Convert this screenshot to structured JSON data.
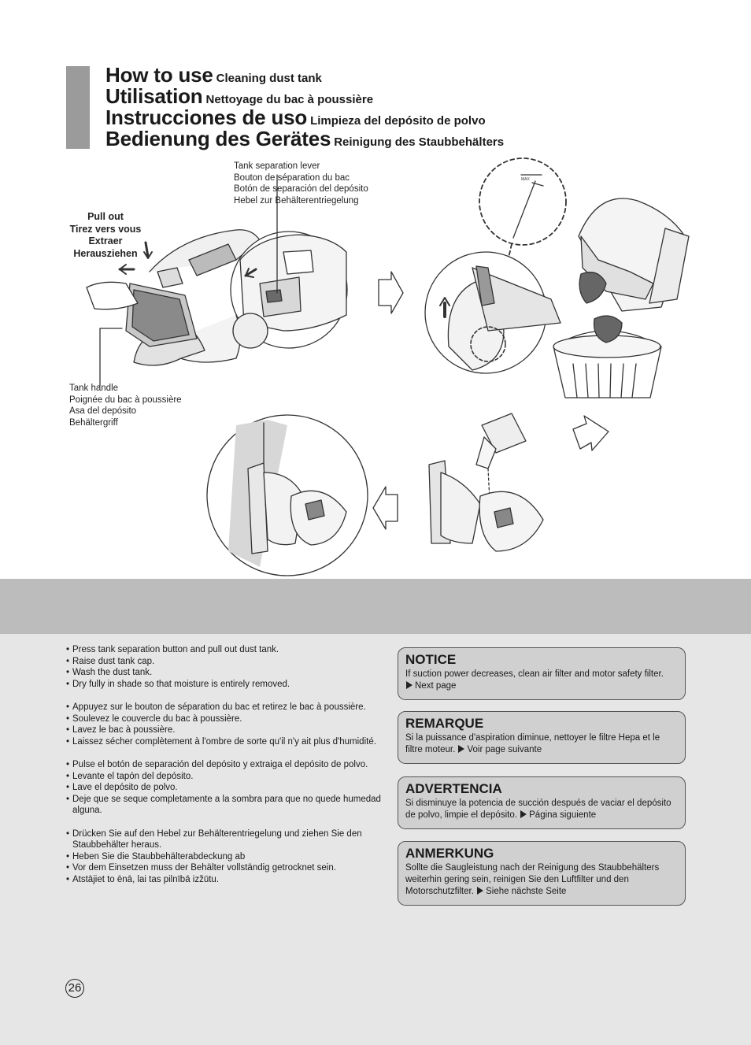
{
  "headings": [
    {
      "big": "How to use",
      "small": "Cleaning dust tank"
    },
    {
      "big": "Utilisation",
      "small": "Nettoyage du bac à poussière"
    },
    {
      "big": "Instrucciones de uso",
      "small": "Limpieza del depósito de polvo"
    },
    {
      "big": "Bedienung des Gerätes",
      "small": "Reinigung des Staubbehälters"
    }
  ],
  "labels": {
    "lever": [
      "Tank separation lever",
      "Bouton de séparation du bac",
      "Botón de separación del depósito",
      "Hebel zur Behälterentriegelung"
    ],
    "pull": [
      "Pull out",
      "Tirez vers vous",
      "Extraer",
      "Herausziehen"
    ],
    "handle": [
      "Tank handle",
      "Poignée du bac à poussière",
      "Asa del depósito",
      "Behältergriff"
    ],
    "max": "MAX"
  },
  "steps": [
    [
      "Press tank separation button and pull out dust tank.",
      "Raise dust tank cap.",
      "Wash the dust tank.",
      "Dry fully in shade so that moisture is entirely removed."
    ],
    [
      "Appuyez sur le bouton de séparation du bac et retirez le bac à poussière.",
      "Soulevez le couvercle du bac à poussière.",
      "Lavez le bac à poussière.",
      "Laissez sécher complètement à l'ombre de sorte qu'il n'y ait plus d'humidité."
    ],
    [
      "Pulse el botón de separación del depósito y extraiga el depósito de polvo.",
      "Levante el tapón del depósito.",
      "Lave el depósito de polvo.",
      "Deje que se seque completamente a la sombra para que no quede humedad alguna."
    ],
    [
      "Drücken Sie auf den Hebel zur Behälterentriegelung und ziehen Sie den Staubbehälter heraus.",
      "Heben Sie die Staubbehälterabdeckung ab",
      "Vor dem Einsetzen muss der Behälter vollständig getrocknet sein.",
      "Atstājiet to ēnā, lai tas pilnībā izžūtu."
    ]
  ],
  "notices": [
    {
      "title": "NOTICE",
      "text": "If suction power decreases, clean air filter and motor safety filter.",
      "link": "Next page"
    },
    {
      "title": "REMARQUE",
      "text": "Si la puissance d'aspiration diminue, nettoyer le filtre Hepa et le filtre moteur.",
      "link": "Voir page suivante"
    },
    {
      "title": "ADVERTENCIA",
      "text": "Si disminuye la potencia de succión después de vaciar el depósito de polvo, limpie el depósito.",
      "link": "Página siguiente"
    },
    {
      "title": "ANMERKUNG",
      "text": "Sollte die Saugleistung nach der Reinigung des Staubbehälters weiterhin gering sein, reinigen Sie den Luftfilter und den Motorschutzfilter.",
      "link": "Siehe nächste Seite"
    }
  ],
  "page_number": "26",
  "colors": {
    "band": "#bcbcbc",
    "lower_bg": "#e6e6e6",
    "notice_bg": "#d0d0d0",
    "title_bar": "#9b9b9b"
  }
}
